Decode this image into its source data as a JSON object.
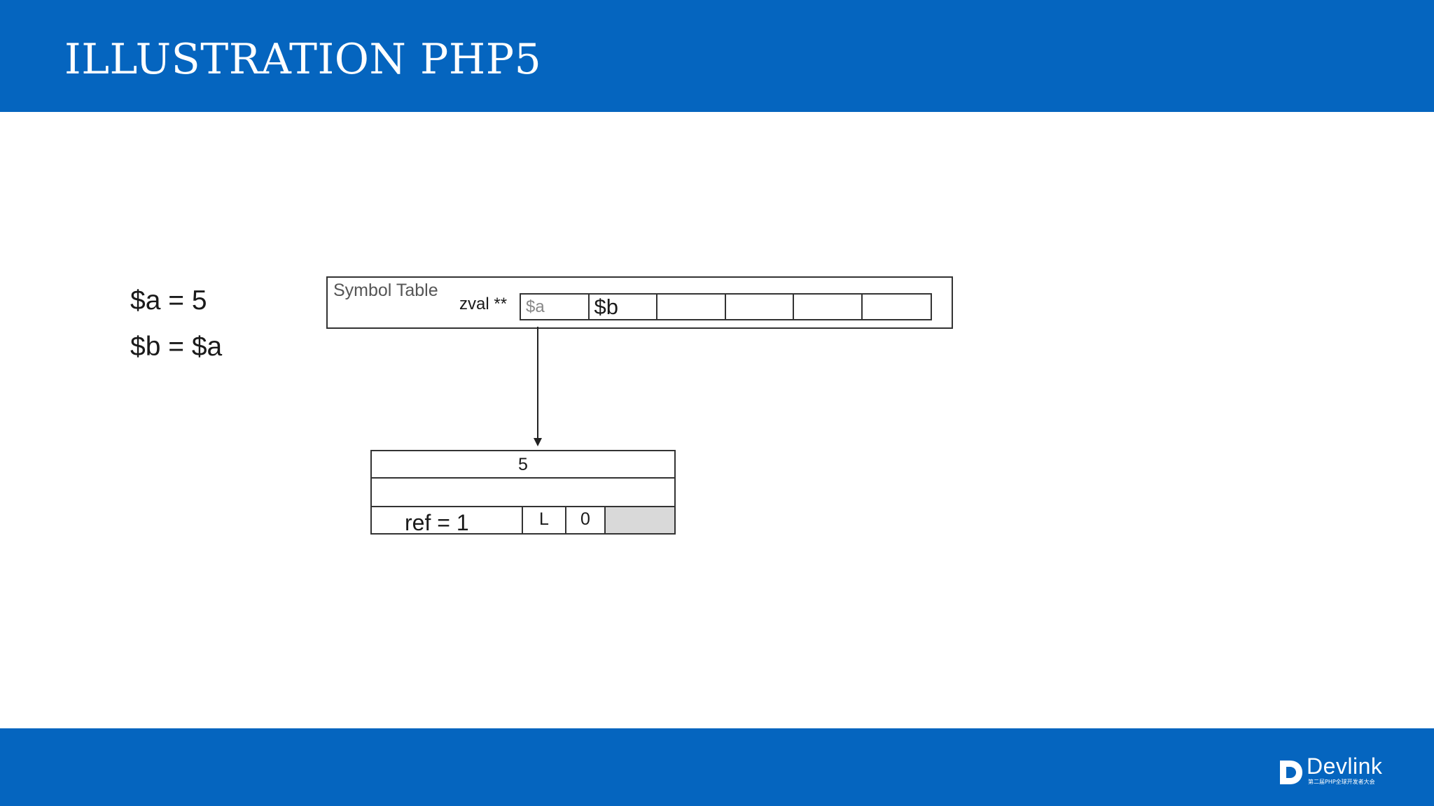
{
  "slide": {
    "title": "ILLUSTRATION PHP5"
  },
  "code_lines": [
    "$a = 5",
    "$b = $a"
  ],
  "symbol_table": {
    "label": "Symbol Table",
    "pointer_label": "zval **",
    "slots": [
      "$a",
      "$b",
      "",
      "",
      "",
      ""
    ]
  },
  "zval": {
    "value": "5",
    "second_row": "",
    "refcount": "ref = 1",
    "flag": "L",
    "type": "0"
  },
  "footer": {
    "logo_text": "Devlink",
    "logo_subtitle": "第二届PHP全球开发者大会"
  },
  "colors": {
    "brand_blue": "#0565bf",
    "type_cell_fill": "#d9d9d9"
  }
}
